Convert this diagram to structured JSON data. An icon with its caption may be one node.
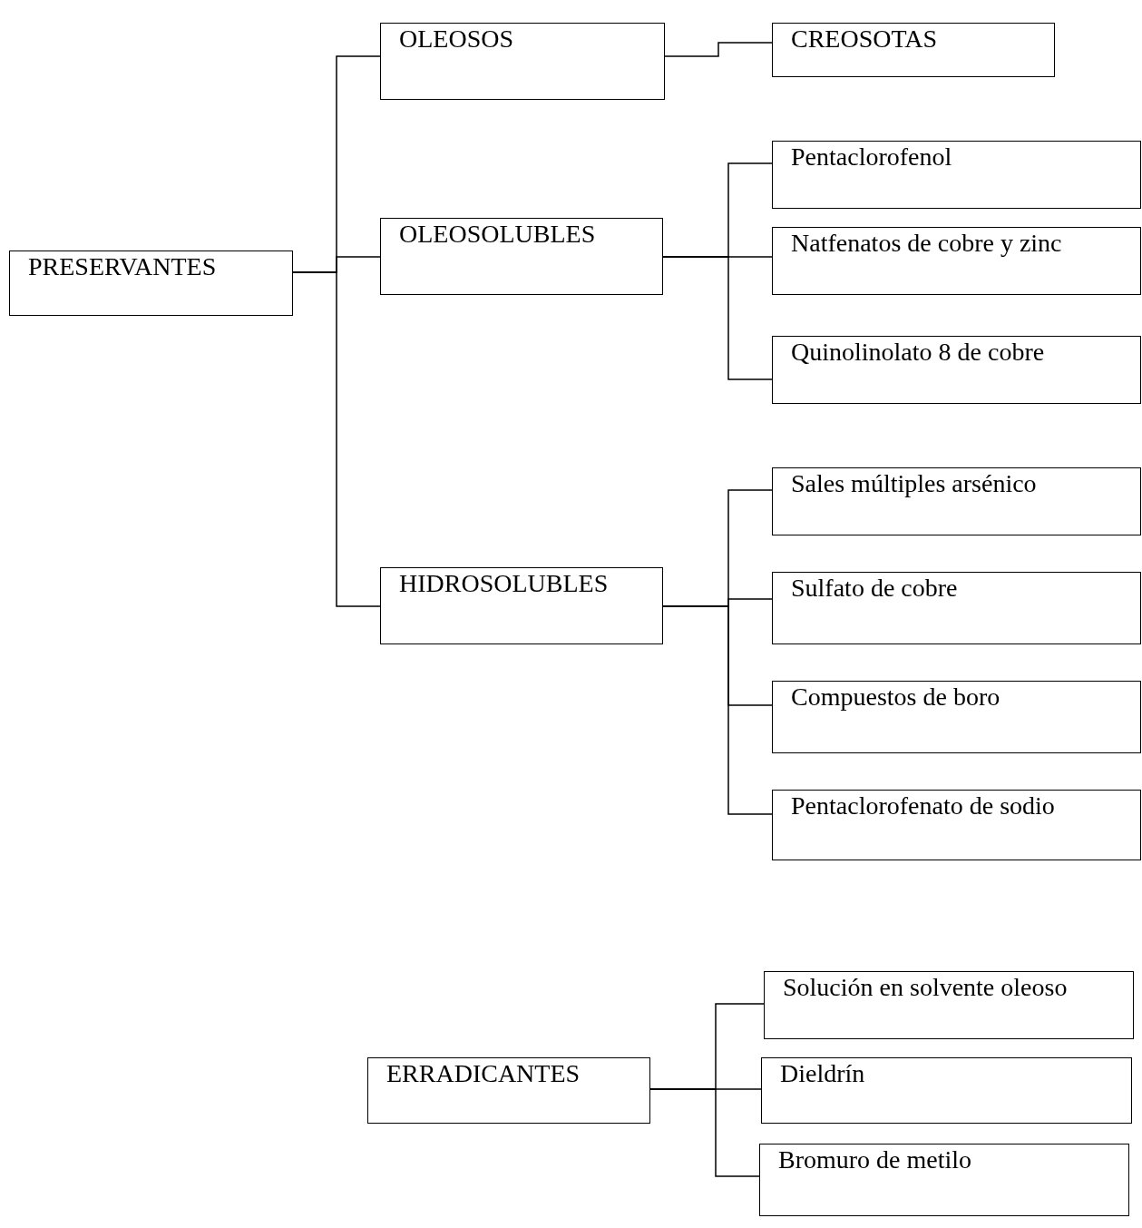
{
  "diagram": {
    "nodes": [
      {
        "text": [
          "PRESERVANTES"
        ]
      },
      {
        "text": [
          "OLEOSOS"
        ]
      },
      {
        "text": [
          "CREOSOTAS"
        ]
      },
      {
        "text": [
          "OLEOSOLUBLES"
        ]
      },
      {
        "text": [
          "Pentaclorofenol"
        ]
      },
      {
        "text": [
          "Natfenatos de cobre y zinc"
        ]
      },
      {
        "text": [
          "Quinolinolato 8 de cobre"
        ]
      },
      {
        "text": [
          "HIDROSOLUBLES"
        ]
      },
      {
        "text": [
          "Sales múltiples arsénico"
        ]
      },
      {
        "text": [
          "Sulfato de cobre"
        ]
      },
      {
        "text": [
          "Compuestos de boro"
        ]
      },
      {
        "text": [
          "Pentaclorofenato de sodio"
        ]
      },
      {
        "text": [
          "ERRADICANTES"
        ]
      },
      {
        "text": [
          "Solución en solvente oleoso"
        ]
      },
      {
        "text": [
          "Dieldrín"
        ]
      },
      {
        "text": [
          "Bromuro de metilo"
        ]
      }
    ],
    "edges": [
      {
        "from": 0,
        "to": 1,
        "arrow": "none"
      },
      {
        "from": 0,
        "to": 3,
        "arrow": "none"
      },
      {
        "from": 0,
        "to": 7,
        "arrow": "none"
      },
      {
        "from": 1,
        "to": 2,
        "arrow": "none"
      },
      {
        "from": 3,
        "to": 4,
        "arrow": "none"
      },
      {
        "from": 3,
        "to": 5,
        "arrow": "none"
      },
      {
        "from": 3,
        "to": 6,
        "arrow": "none"
      },
      {
        "from": 7,
        "to": 8,
        "arrow": "none"
      },
      {
        "from": 7,
        "to": 9,
        "arrow": "none"
      },
      {
        "from": 7,
        "to": 10,
        "arrow": "none"
      },
      {
        "from": 7,
        "to": 11,
        "arrow": "none"
      },
      {
        "from": 12,
        "to": 13,
        "arrow": "none"
      },
      {
        "from": 12,
        "to": 14,
        "arrow": "none"
      },
      {
        "from": 12,
        "to": 15,
        "arrow": "none"
      }
    ]
  }
}
